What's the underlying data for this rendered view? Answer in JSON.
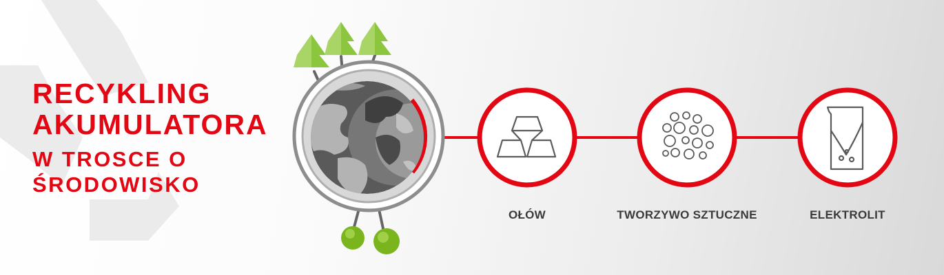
{
  "headline": {
    "line1": "RECYKLING",
    "line2": "AKUMULATORA",
    "line3": "W TROSCE O",
    "line4": "ŚRODOWISKO"
  },
  "steps": [
    {
      "label": "OŁÓW",
      "icon": "lead-bars-icon"
    },
    {
      "label": "TWORZYWO SZTUCZNE",
      "icon": "plastic-granules-icon"
    },
    {
      "label": "ELEKTROLIT",
      "icon": "electrolyte-beaker-icon"
    }
  ],
  "colors": {
    "accent_red": "#e30613",
    "tree_green": "#8cc63f",
    "foot_green": "#7ab51d",
    "globe_gray": "#5d5d5d",
    "text_dark": "#3a3a3a"
  }
}
